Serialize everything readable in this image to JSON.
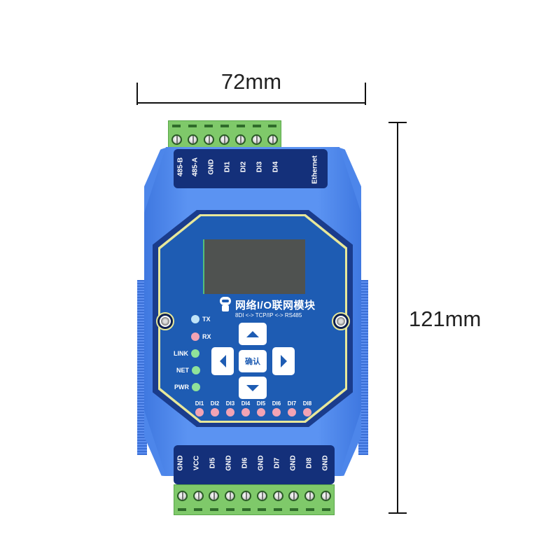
{
  "dimensions": {
    "width_label": "72mm",
    "height_label": "121mm"
  },
  "device": {
    "title": "网络I/O联网模块",
    "subtitle": "8DI  <-> TCP/IP <-> RS485",
    "top_terminal_labels": [
      "485-B",
      "485-A",
      "GND",
      "DI1",
      "DI2",
      "DI3",
      "DI4"
    ],
    "ethernet_label": "Ethernet",
    "bottom_terminal_labels": [
      "GND",
      "VCC",
      "DI5",
      "GND",
      "DI6",
      "GND",
      "DI7",
      "GND",
      "DI8",
      "GND"
    ],
    "status_leds": [
      {
        "label": "TX",
        "color": "#bfe3f7"
      },
      {
        "label": "RX",
        "color": "#f2a3b4"
      },
      {
        "label": "LINK",
        "color": "#8fe39a"
      },
      {
        "label": "NET",
        "color": "#8fe39a"
      },
      {
        "label": "PWR",
        "color": "#8fe39a"
      }
    ],
    "keypad": {
      "up": "up-arrow",
      "down": "down-arrow",
      "left": "left-arrow",
      "right": "right-arrow",
      "ok_label": "确认"
    },
    "di_leds": [
      "DI1",
      "DI2",
      "DI3",
      "DI4",
      "DI5",
      "DI6",
      "DI7",
      "DI8"
    ],
    "colors": {
      "housing": "#4d86ea",
      "face": "#1e5cb3",
      "label_strip": "#14307a",
      "trim": "#e8e89a",
      "terminal": "#7fc96a",
      "lcd": "#4f5250"
    }
  }
}
